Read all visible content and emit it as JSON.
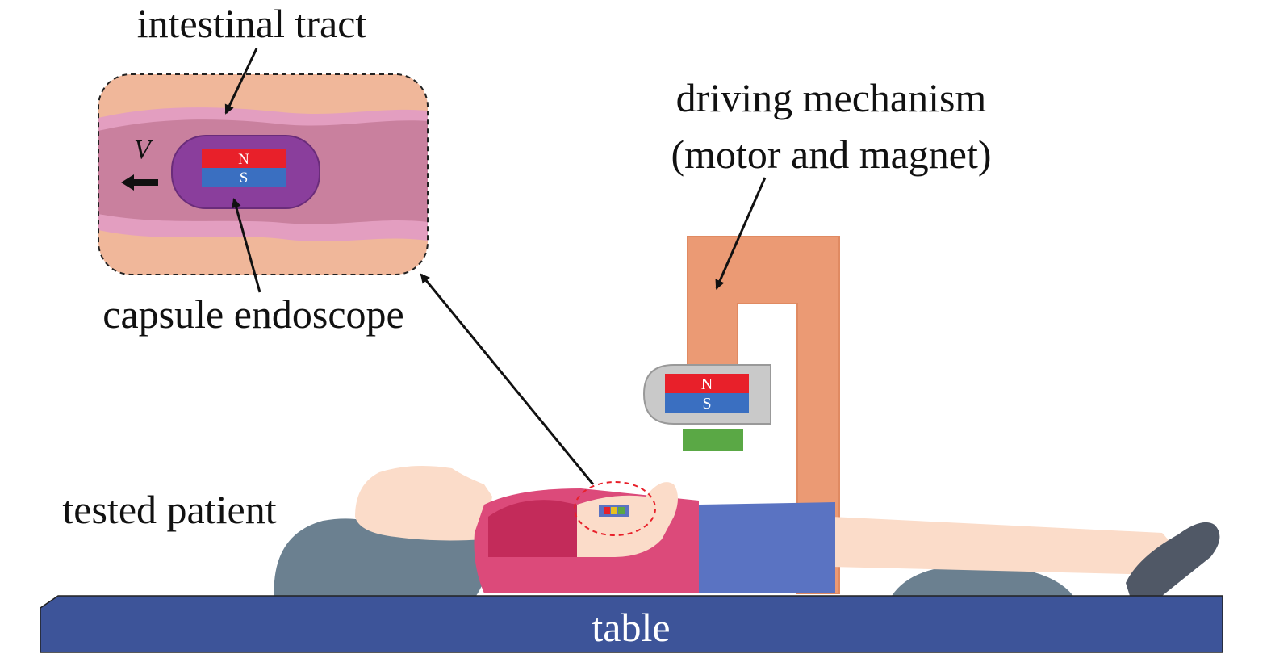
{
  "labels": {
    "intestinal_tract": "intestinal tract",
    "driving_mechanism_line1": "driving mechanism",
    "driving_mechanism_line2": "(motor and magnet)",
    "capsule_endoscope": "capsule endoscope",
    "tested_patient": "tested patient",
    "table": "table",
    "velocity": "V"
  },
  "magnets": {
    "north": "N",
    "south": "S"
  },
  "colors": {
    "north_pole": "#e8202a",
    "south_pole": "#3a6fc1",
    "table": "#3d5499",
    "frame": "#eb9a74",
    "capsule": "#8a3e9c",
    "intestine": "#c9809e",
    "tissue": "#f0b79a",
    "skin": "#fbdcc9",
    "shirt": "#dc4a7a",
    "shorts": "#5a73c2",
    "pillow": "#6b8090",
    "holder": "#c9c9c9",
    "coil": "#5aa845"
  }
}
